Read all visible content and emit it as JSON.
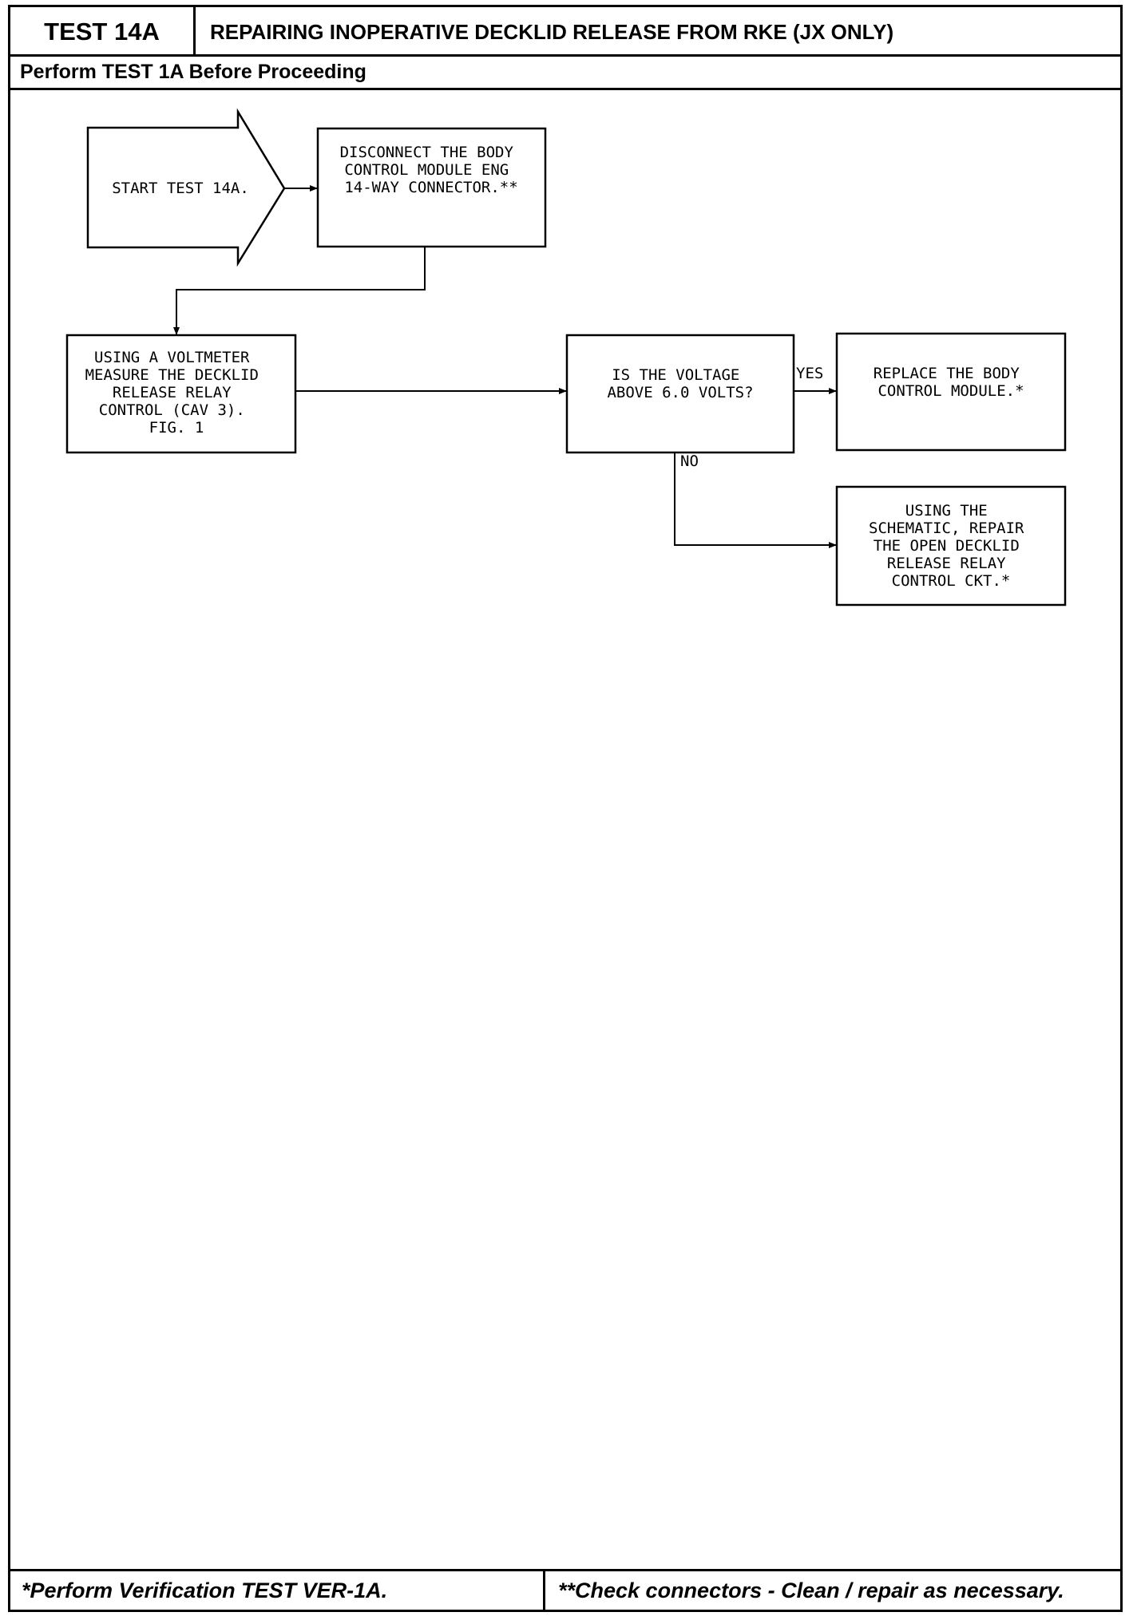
{
  "header": {
    "test_id": "TEST 14A",
    "title": "REPAIRING INOPERATIVE DECKLID RELEASE FROM RKE (JX ONLY)",
    "prerequisite": "Perform TEST 1A Before Proceeding"
  },
  "flow": {
    "start": {
      "lines": [
        "START TEST 14A."
      ]
    },
    "disconnect": {
      "lines": [
        "DISCONNECT THE BODY",
        "CONTROL MODULE ENG",
        "14-WAY CONNECTOR.**"
      ]
    },
    "measure": {
      "lines": [
        "USING A VOLTMETER",
        "MEASURE THE DECKLID",
        "RELEASE RELAY",
        "CONTROL (CAV 3).",
        "FIG. 1"
      ]
    },
    "question": {
      "lines": [
        "IS THE VOLTAGE",
        "ABOVE 6.0 VOLTS?"
      ]
    },
    "replace": {
      "lines": [
        "REPLACE THE BODY",
        "CONTROL MODULE.*"
      ]
    },
    "repair": {
      "lines": [
        "USING THE",
        "SCHEMATIC, REPAIR",
        "THE OPEN DECKLID",
        "RELEASE RELAY",
        "CONTROL CKT.*"
      ]
    },
    "yes_label": "YES",
    "no_label": "NO"
  },
  "footer": {
    "left_note": "*Perform Verification TEST VER-1A.",
    "right_note": "**Check connectors - Clean / repair as necessary."
  }
}
